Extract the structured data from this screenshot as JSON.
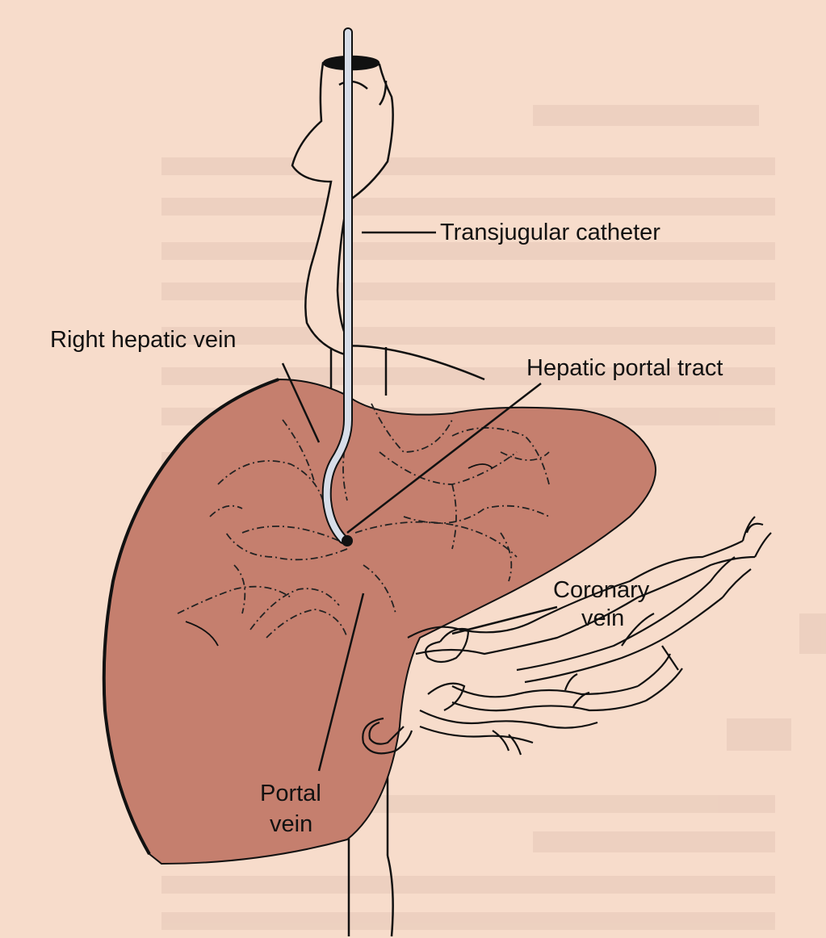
{
  "labels": {
    "transjugular_catheter": "Transjugular catheter",
    "right_hepatic_vein": "Right hepatic vein",
    "hepatic_portal_tract": "Hepatic portal tract",
    "coronary_vein_line1": "Coronary",
    "coronary_vein_line2": "vein",
    "portal_vein_line1": "Portal",
    "portal_vein_line2": "vein"
  },
  "colors": {
    "background": "#f7dccb",
    "liver_fill": "#c57f6e",
    "stroke": "#111111",
    "catheter_fill": "#d7dde8",
    "vessel_fill": "#f5e8dd",
    "ghost_text": "#e3c2b2"
  }
}
